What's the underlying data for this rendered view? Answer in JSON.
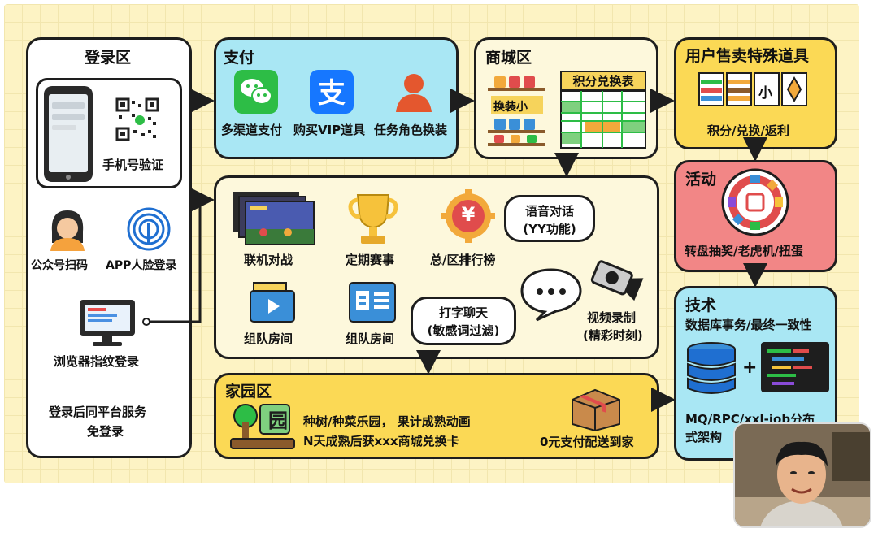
{
  "login": {
    "title": "登录区",
    "phone_verify": "手机号验证",
    "wechat_scan": "公众号扫码",
    "face_login": "APP人脸登录",
    "fingerprint": "浏览器指纹登录",
    "sso_line1": "登录后同平台服务",
    "sso_line2": "免登录"
  },
  "pay": {
    "title": "支付",
    "multi_channel": "多渠道支付",
    "vip": "购买VIP道具",
    "role_skin": "任务角色换装"
  },
  "mall": {
    "title": "商城区",
    "shelf_label": "换装小",
    "table_title": "积分兑换表"
  },
  "user_sale": {
    "title": "用户售卖特殊道具",
    "tile_char": "小",
    "caption": "积分/兑换/返利"
  },
  "center": {
    "online": "联机对战",
    "tournament": "定期赛事",
    "ranking": "总/区排行榜",
    "yen": "¥",
    "voice_line1": "语音对话",
    "voice_line2": "(YY功能)",
    "team1": "组队房间",
    "team2": "组队房间",
    "chat_line1": "打字聊天",
    "chat_line2": "(敏感词过滤)",
    "video_line1": "视频录制",
    "video_line2": "(精彩时刻)"
  },
  "activity": {
    "title": "活动",
    "caption": "转盘抽奖/老虎机/扭蛋"
  },
  "tech": {
    "title": "技术",
    "subtitle": "数据库事务/最终一致性",
    "plus": "+",
    "stack_line1": "MQ/RPC/xxl-job分布",
    "stack_line2": "式架构"
  },
  "garden": {
    "title": "家园区",
    "sign_char": "园",
    "line1": "种树/种菜乐园， 果计成熟动画",
    "line2": "N天成熟后获xxx商城兑换卡",
    "delivery": "0元支付配送到家"
  },
  "colors": {
    "blue": "#a9e7f4",
    "yellow": "#fbd955",
    "red": "#f28686",
    "cream": "#fdf8dc",
    "wechat_green": "#2dbd46",
    "alipay_blue": "#1677ff"
  }
}
